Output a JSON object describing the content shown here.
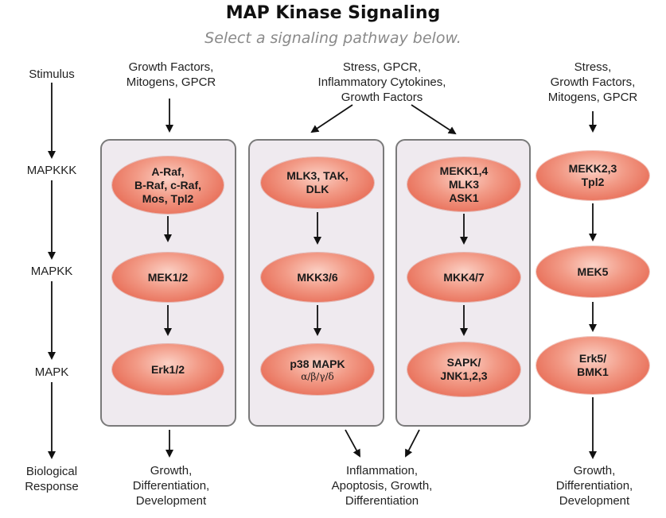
{
  "title": "MAP Kinase Signaling",
  "subtitle": "Select a signaling pathway below.",
  "stages": {
    "stimulus": "Stimulus",
    "mapkkk": "MAPKKK",
    "mapkk": "MAPKK",
    "mapk": "MAPK",
    "response_line1": "Biological",
    "response_line2": "Response"
  },
  "stimuli": {
    "left": [
      "Growth Factors,",
      "Mitogens, GPCR"
    ],
    "middle": [
      "Stress, GPCR,",
      "Inflammatory Cytokines,",
      "Growth Factors"
    ],
    "right": [
      "Stress,",
      "Growth Factors,",
      "Mitogens, GPCR"
    ]
  },
  "pathways": [
    {
      "mapkkk": "A-Raf,\nB-Raf, c-Raf,\nMos, Tpl2",
      "mapkk": "MEK1/2",
      "mapk": "Erk1/2"
    },
    {
      "mapkkk": "MLK3, TAK,\nDLK",
      "mapkk": "MKK3/6",
      "mapk": "p38 MAPK",
      "mapk_sub": "α/β/γ/δ"
    },
    {
      "mapkkk": "MEKK1,4\nMLK3\nASK1",
      "mapkk": "MKK4/7",
      "mapk": "SAPK/\nJNK1,2,3"
    },
    {
      "mapkkk": "MEKK2,3\nTpl2",
      "mapkk": "MEK5",
      "mapk": "Erk5/\nBMK1"
    }
  ],
  "responses": {
    "left": [
      "Growth,",
      "Differentiation,",
      "Development"
    ],
    "middle": [
      "Inflammation,",
      "Apoptosis, Growth,",
      "Differentiation"
    ],
    "right": [
      "Growth,",
      "Differentiation,",
      "Development"
    ]
  },
  "colors": {
    "oval": "#ec7b64",
    "panel": "#efeaef",
    "panel_border": "#7a7a7a",
    "subtitle": "#8a8a8a"
  }
}
